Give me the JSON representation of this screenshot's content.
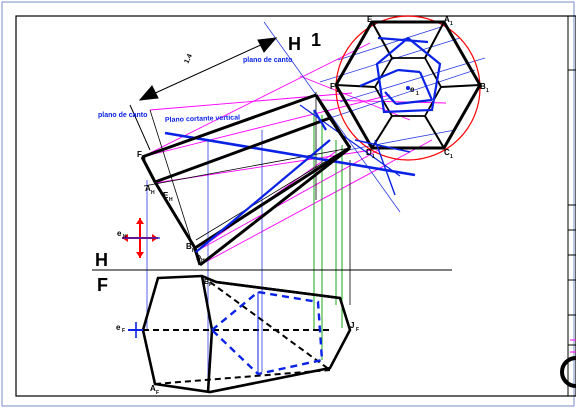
{
  "labels": {
    "H_top": "H",
    "one": "1",
    "dim": "1.4",
    "plano_canto_top": "plano de canto",
    "plano_canto_left": "plano de canto",
    "plano_corte": "Plano cortante vertical",
    "H_axis": "H",
    "F_axis": "F",
    "e_H": "e",
    "e_H_sub": "H",
    "e_F": "e",
    "e_F_sub": "F",
    "F_H": "F",
    "F_H_sub": "H",
    "A_H": "A",
    "A_H_sub": "H",
    "E_H": "E",
    "E_H_sub": "H",
    "B_H": "B",
    "B_H_sub": "H",
    "D_H": "D",
    "D_H_sub": "H",
    "A_F": "A",
    "A_F_sub": "F",
    "B_F": "B",
    "B_F_sub": "F",
    "E_1": "E",
    "E_1_sub": "1",
    "A_1": "A",
    "A_1_sub": "1",
    "B_1": "B",
    "B_1_sub": "1",
    "C_1": "C",
    "C_1_sub": "1",
    "D_1": "D",
    "D_1_sub": "1",
    "F_1": "F",
    "F_1_sub": "1",
    "e_1": "e",
    "e_1_sub": "1",
    "J_F": "J",
    "J_F_sub": "F"
  },
  "colors": {
    "object": "#000000",
    "blue": "#0a22e6",
    "magenta": "#ff00ff",
    "green": "#00a000",
    "red": "#ff0000",
    "frame": "#000000",
    "accent": "#3050d0"
  }
}
